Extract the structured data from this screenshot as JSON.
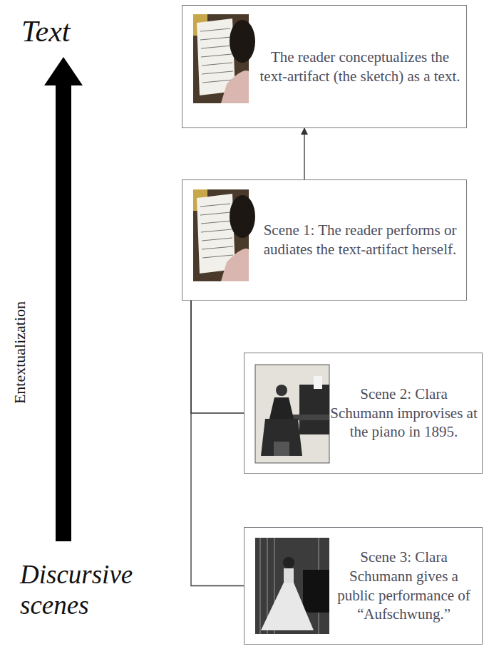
{
  "diagram": {
    "nodes": [
      {
        "text": [
          "The reader conceptualizes the text-artifact (the sketch) as a text."
        ]
      },
      {
        "text": [
          "Scene 1: The reader performs or audiates the text-artifact herself."
        ]
      },
      {
        "text": [
          "Scene 2: Clara Schumann improvises at the piano in 1895."
        ]
      },
      {
        "text": [
          "Scene 3: Clara Schumann gives a public performance of “Aufschwung.”"
        ]
      }
    ],
    "edges": [
      {
        "from": 1,
        "to": 0,
        "arrow": "to"
      },
      {
        "from": 1,
        "to": 2,
        "arrow": "none"
      },
      {
        "from": 1,
        "to": 3,
        "arrow": "none"
      }
    ],
    "labels": [
      "Text",
      "Entextualization",
      "Discursive scenes"
    ]
  }
}
